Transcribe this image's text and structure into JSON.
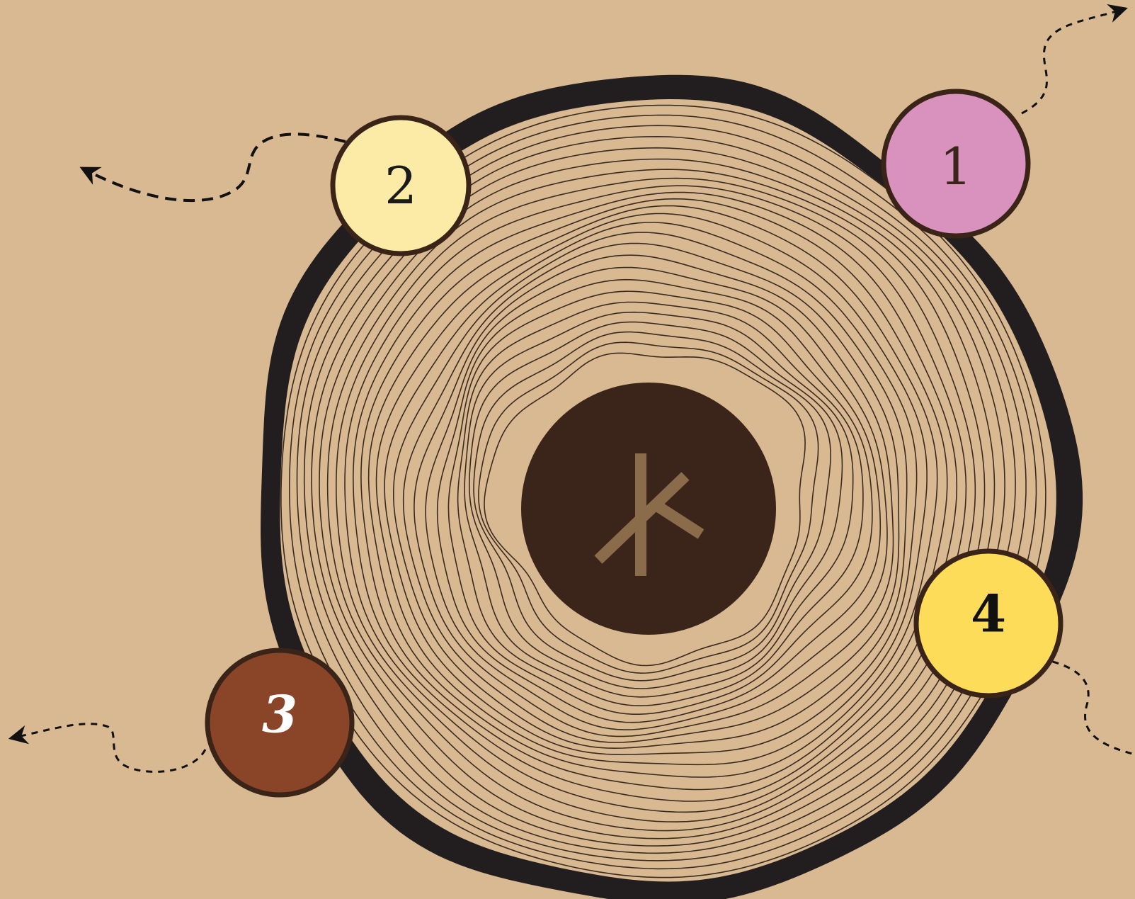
{
  "diagram": {
    "background_color": "#D8B992",
    "bark_color": "#221E1F",
    "ring_line_color": "#3A2A20",
    "core": {
      "color": "#3B251A",
      "icon": "rune-kaunan-icon",
      "icon_color": "#8A6B4A"
    },
    "badges": [
      {
        "label": "1",
        "fill": "#D991BD",
        "text_color": "#3B251A",
        "arrow": "top-right"
      },
      {
        "label": "2",
        "fill": "#FCEBA6",
        "text_color": "#1A1A1A",
        "arrow": "left"
      },
      {
        "label": "3",
        "fill": "#8A4428",
        "text_color": "#FFFFFF",
        "arrow": "left"
      },
      {
        "label": "4",
        "fill": "#FCDC58",
        "text_color": "#111111",
        "arrow": "bottom-right"
      }
    ]
  }
}
